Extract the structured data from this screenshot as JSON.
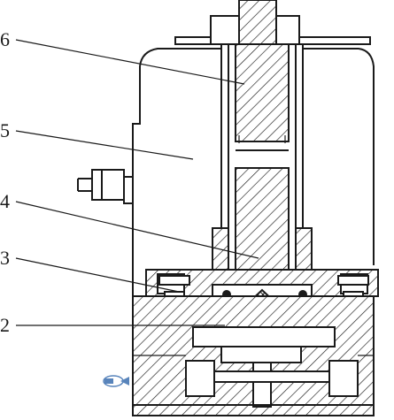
{
  "callouts": [
    {
      "id": "6",
      "label": "6"
    },
    {
      "id": "5",
      "label": "5"
    },
    {
      "id": "4",
      "label": "4"
    },
    {
      "id": "3",
      "label": "3"
    },
    {
      "id": "2",
      "label": "2"
    }
  ],
  "colors": {
    "line": "#1a1a1a",
    "background": "#ffffff",
    "watermark": "#3b6fb0"
  },
  "watermark": {
    "icon": "watermark-logo-icon"
  }
}
